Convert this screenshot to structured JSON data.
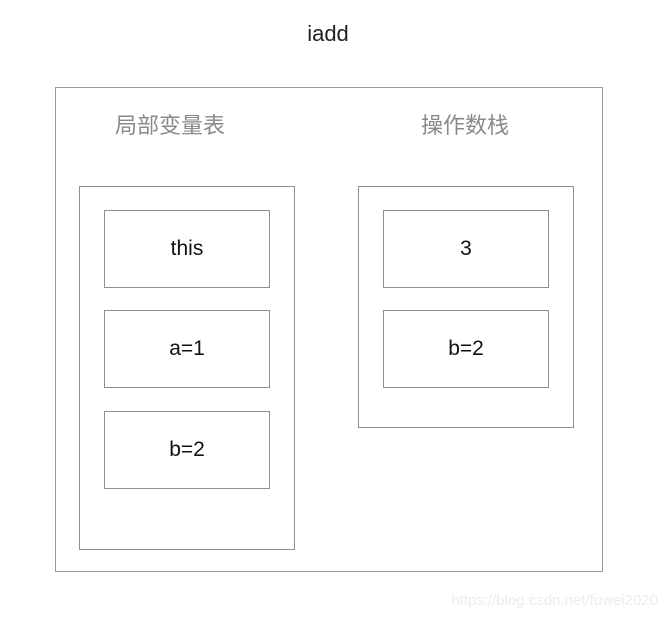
{
  "diagram": {
    "title": "iadd",
    "frame": {
      "local_variables": {
        "label": "局部变量表",
        "slots": [
          "this",
          "a=1",
          "b=2"
        ]
      },
      "operand_stack": {
        "label": "操作数栈",
        "slots": [
          "3",
          "b=2"
        ]
      }
    },
    "colors": {
      "border": "#8f8f8f",
      "label_text": "#8a8a8a",
      "slot_text": "#111111"
    }
  },
  "watermark": "https://blog.csdn.net/fuwei2020"
}
